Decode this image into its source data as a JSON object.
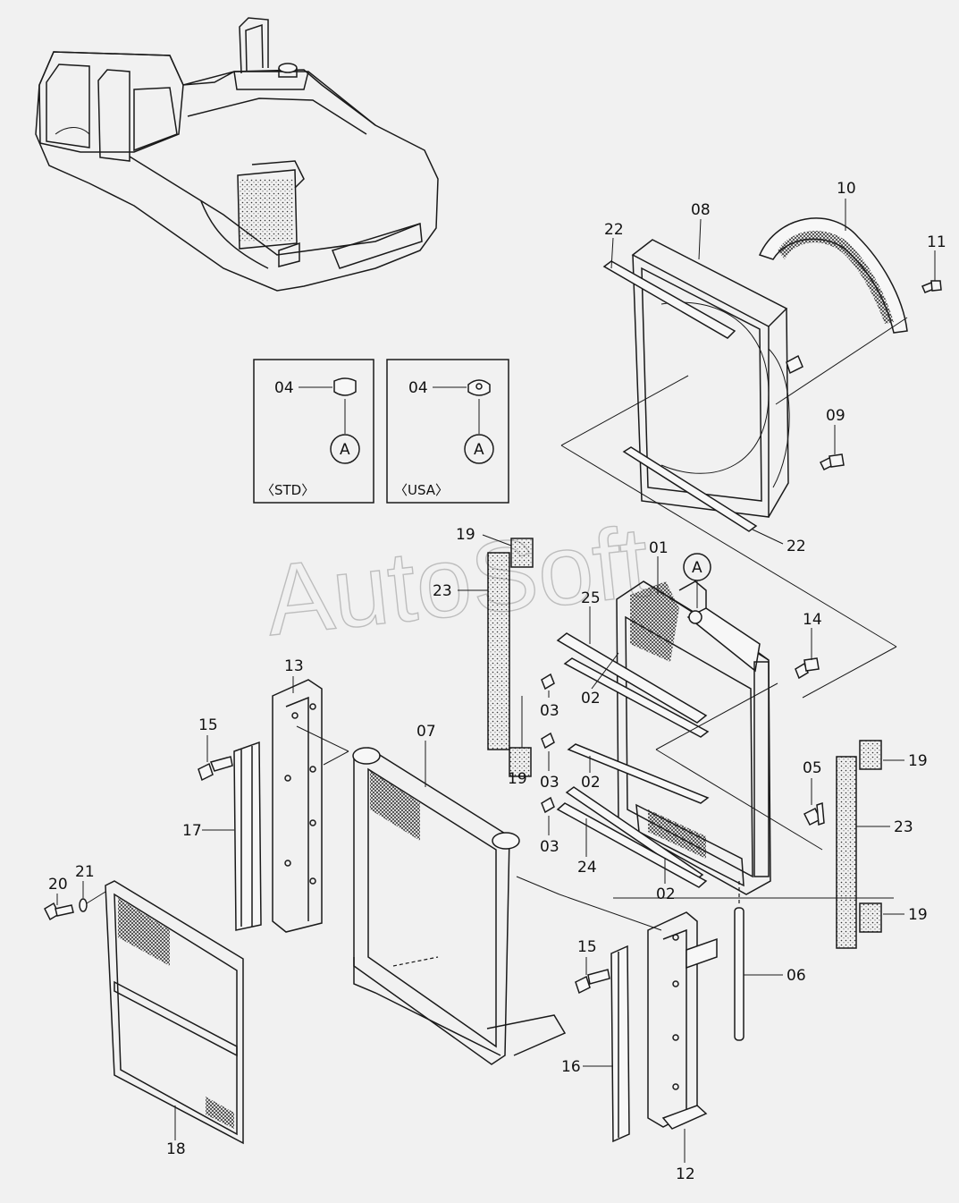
{
  "watermark": "AutoSoft",
  "detail_boxes": [
    {
      "part_label": "04",
      "ref_label": "A",
      "caption": "〈STD〉"
    },
    {
      "part_label": "04",
      "ref_label": "A",
      "caption": "〈USA〉"
    }
  ],
  "reference_circle": "A",
  "part_labels": {
    "p01": "01",
    "p02a": "02",
    "p02b": "02",
    "p02c": "02",
    "p03a": "03",
    "p03b": "03",
    "p03c": "03",
    "p05": "05",
    "p06": "06",
    "p07": "07",
    "p08": "08",
    "p09": "09",
    "p10": "10",
    "p11": "11",
    "p12": "12",
    "p13": "13",
    "p14": "14",
    "p15a": "15",
    "p15b": "15",
    "p16": "16",
    "p17": "17",
    "p18": "18",
    "p19a": "19",
    "p19b": "19",
    "p19c": "19",
    "p19d": "19",
    "p20": "20",
    "p21": "21",
    "p22a": "22",
    "p22b": "22",
    "p23a": "23",
    "p23b": "23",
    "p24": "24",
    "p25": "25"
  }
}
